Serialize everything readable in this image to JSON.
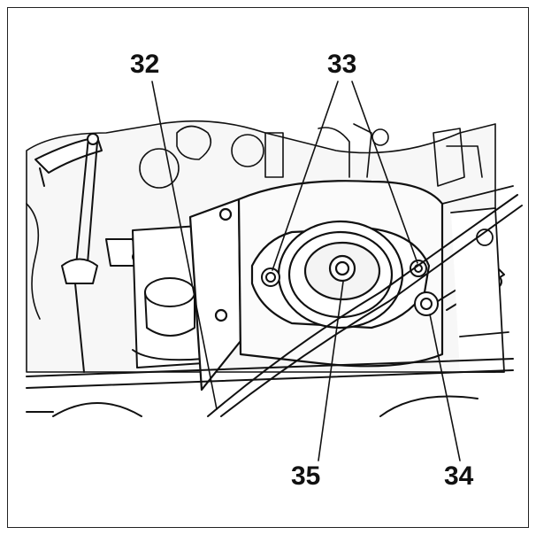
{
  "callouts": {
    "c32": "32",
    "c33": "33",
    "c34": "34",
    "c35": "35"
  },
  "colors": {
    "line": "#111111",
    "background": "#ffffff",
    "shade": "#f4f4f4"
  }
}
